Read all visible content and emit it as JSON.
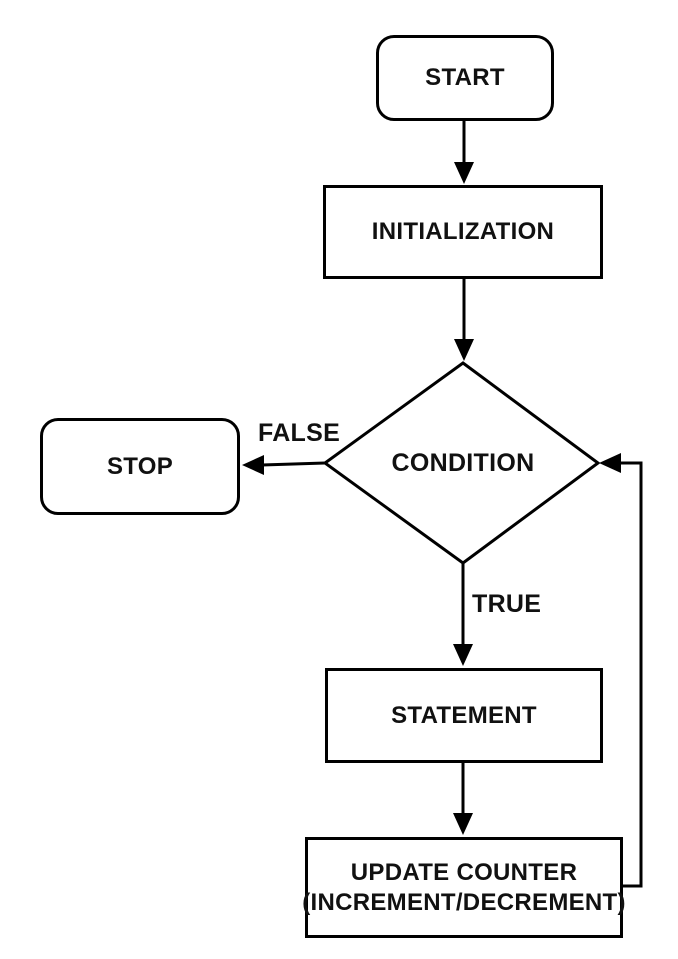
{
  "diagram": {
    "type": "flowchart",
    "colors": {
      "stroke": "#000000",
      "background": "#ffffff",
      "text": "#111111"
    },
    "nodes": {
      "start": {
        "label": "START",
        "shape": "rounded-terminator"
      },
      "initialization": {
        "label": "INITIALIZATION",
        "shape": "process-rect"
      },
      "condition": {
        "label": "CONDITION",
        "shape": "decision-diamond"
      },
      "stop": {
        "label": "STOP",
        "shape": "rounded-terminator"
      },
      "statement": {
        "label": "STATEMENT",
        "shape": "process-rect"
      },
      "update_counter": {
        "label_line1": "UPDATE COUNTER",
        "label_line2": "(INCREMENT/DECREMENT)",
        "shape": "process-rect"
      }
    },
    "edges": {
      "false_label": "FALSE",
      "true_label": "TRUE"
    }
  }
}
